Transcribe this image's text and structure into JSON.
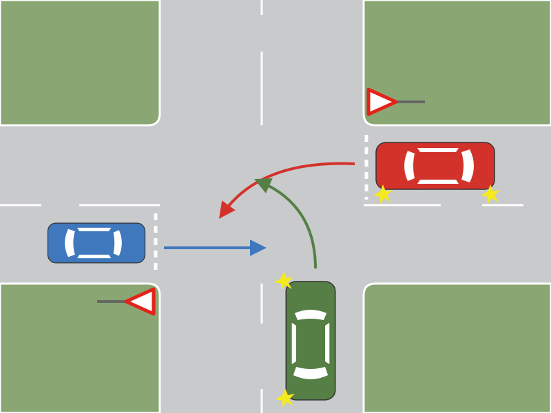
{
  "scene": {
    "type": "road intersection",
    "colors": {
      "grass": "#8aa673",
      "road": "#c9cacc",
      "marking": "#ffffff",
      "red_car": "#d3322b",
      "blue_car": "#3f78bd",
      "green_car": "#557f45",
      "indicator": "#f5ea1e",
      "yield_sign_border": "#e2231a"
    },
    "vehicles": [
      {
        "id": "red-car",
        "color": "red",
        "heading": "west",
        "turn_signal": "left",
        "maneuver": "left-turn"
      },
      {
        "id": "blue-car",
        "color": "blue",
        "heading": "east",
        "turn_signal": "none",
        "maneuver": "straight"
      },
      {
        "id": "green-car",
        "color": "green",
        "heading": "north",
        "turn_signal": "left",
        "maneuver": "left-turn"
      }
    ],
    "signs": [
      {
        "id": "yield-sign-ne",
        "icon": "yield-sign-icon"
      },
      {
        "id": "yield-sign-sw",
        "icon": "yield-sign-icon"
      }
    ]
  }
}
